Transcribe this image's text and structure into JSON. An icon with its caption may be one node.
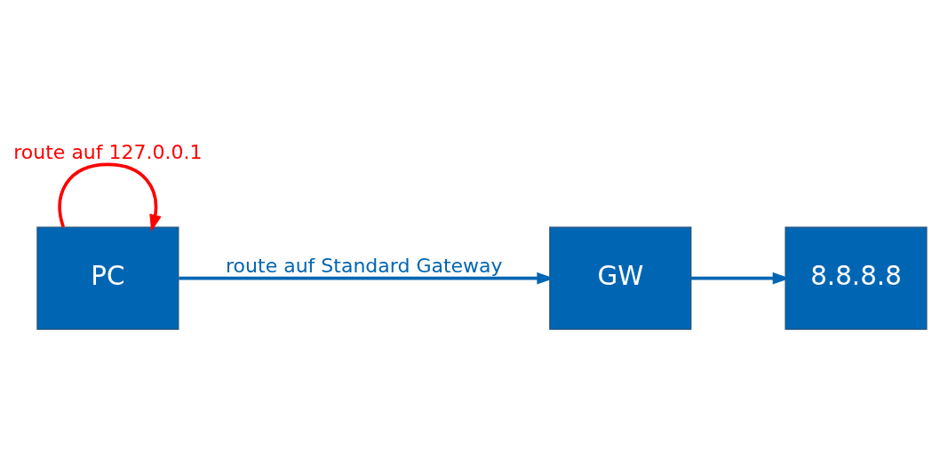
{
  "diagram": {
    "nodes": [
      {
        "text": [
          "PC"
        ]
      },
      {
        "text": [
          "GW"
        ]
      },
      {
        "text": [
          "8.8.8.8"
        ]
      }
    ],
    "edges": [
      {
        "from": 0,
        "to": 0,
        "arrow": "to",
        "label": "route auf 127.0.0.1",
        "color": "#ff0000"
      },
      {
        "from": 0,
        "to": 1,
        "arrow": "to",
        "label": "route auf Standard Gateway"
      },
      {
        "from": 1,
        "to": 2,
        "arrow": "to"
      }
    ]
  }
}
